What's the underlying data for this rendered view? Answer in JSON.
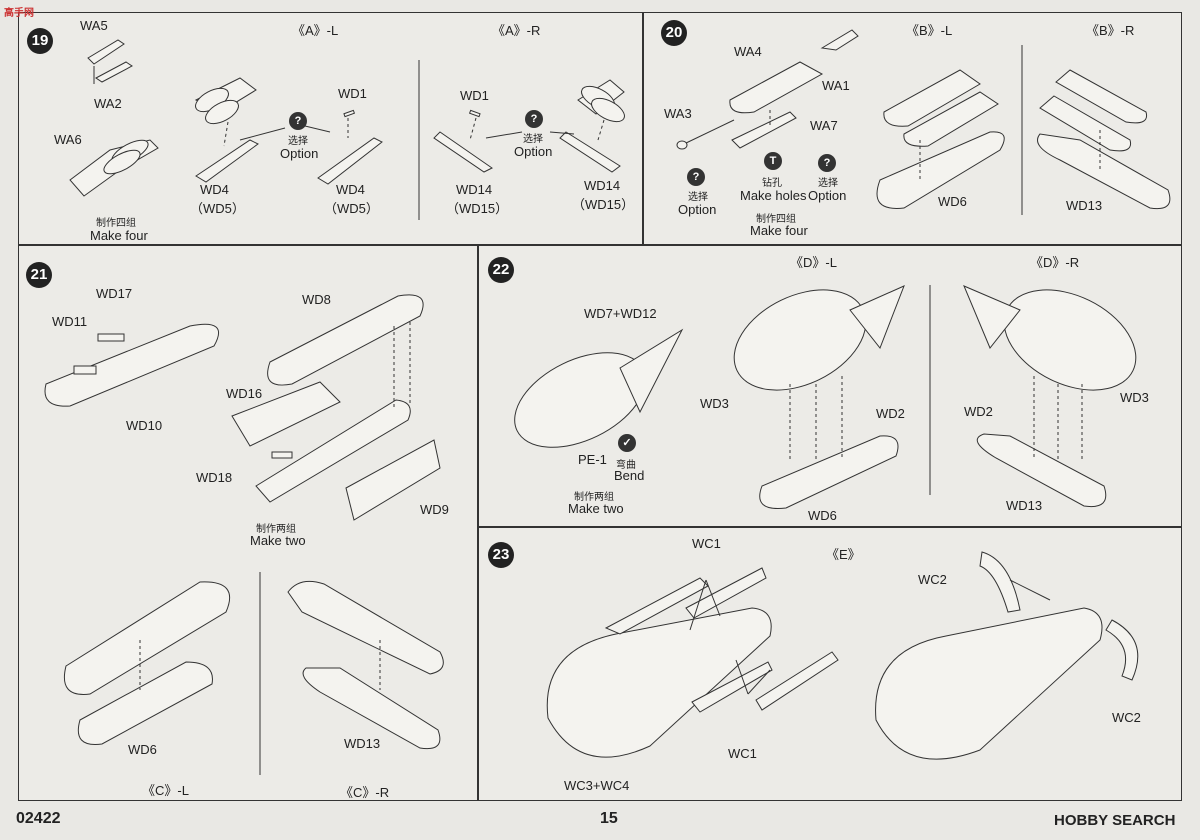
{
  "header_logo": "高手网",
  "footer": {
    "code": "02422",
    "page": "15",
    "watermark": "HOBBY SEARCH"
  },
  "step19": {
    "num": "19",
    "al": "《A》-L",
    "ar": "《A》-R",
    "wa5": "WA5",
    "wa2": "WA2",
    "wa6": "WA6",
    "make_four_cn": "制作四组",
    "make_four": "Make four",
    "wd1a": "WD1",
    "wd1b": "WD1",
    "opt_cn_a": "选择",
    "opt_a": "Option",
    "opt_cn_b": "选择",
    "opt_b": "Option",
    "wd4a": "WD4",
    "wd5a": "（WD5）",
    "wd4b": "WD4",
    "wd5b": "（WD5）",
    "wd14a": "WD14",
    "wd15a": "（WD15）",
    "wd14b": "WD14",
    "wd15b": "（WD15）"
  },
  "step20": {
    "num": "20",
    "bl": "《B》-L",
    "br": "《B》-R",
    "wa4": "WA4",
    "wa1": "WA1",
    "wa3": "WA3",
    "wa7": "WA7",
    "opt_cn_a": "选择",
    "opt_a": "Option",
    "holes_cn": "钻孔",
    "holes": "Make holes",
    "opt_cn_b": "选择",
    "opt_b": "Option",
    "make_four_cn": "制作四组",
    "make_four": "Make four",
    "wd6": "WD6",
    "wd13": "WD13"
  },
  "step21": {
    "num": "21",
    "wd17": "WD17",
    "wd11": "WD11",
    "wd10": "WD10",
    "wd8": "WD8",
    "wd16": "WD16",
    "wd18": "WD18",
    "wd9": "WD9",
    "make_two_cn": "制作两组",
    "make_two": "Make two",
    "wd6": "WD6",
    "wd13": "WD13",
    "cl": "《C》-L",
    "cr": "《C》-R"
  },
  "step22": {
    "num": "22",
    "dl": "《D》-L",
    "dr": "《D》-R",
    "wd7": "WD7+WD12",
    "pe1": "PE-1",
    "bend_cn": "弯曲",
    "bend": "Bend",
    "make_two_cn": "制作两组",
    "make_two": "Make two",
    "wd3a": "WD3",
    "wd2a": "WD2",
    "wd6": "WD6",
    "wd2b": "WD2",
    "wd3b": "WD3",
    "wd13": "WD13"
  },
  "step23": {
    "num": "23",
    "e": "《E》",
    "wc1a": "WC1",
    "wc1b": "WC1",
    "wc34": "WC3+WC4",
    "wc2a": "WC2",
    "wc2b": "WC2"
  }
}
